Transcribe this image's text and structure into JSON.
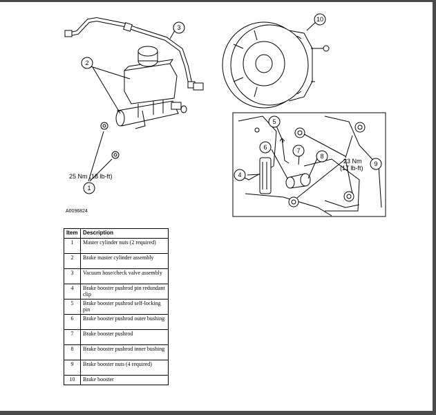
{
  "figure": {
    "id": "A0096824",
    "torque_master": "25 Nm (18 lb-ft)",
    "torque_booster_nm": "23 Nm",
    "torque_booster_lbft": "(17 lb-ft)",
    "callouts": [
      "1",
      "2",
      "3",
      "4",
      "5",
      "6",
      "7",
      "8",
      "9",
      "10"
    ]
  },
  "table": {
    "headers": {
      "item": "Item",
      "description": "Description"
    },
    "rows": [
      {
        "item": "1",
        "description": "Master cylinder nuts (2 required)"
      },
      {
        "item": "2",
        "description": "Brake master cylinder assembly"
      },
      {
        "item": "3",
        "description": "Vacuum hose/check valve assembly"
      },
      {
        "item": "4",
        "description": "Brake booster pushrod pin redundant clip"
      },
      {
        "item": "5",
        "description": "Brake booster pushrod self-locking pin"
      },
      {
        "item": "6",
        "description": "Brake booster pushrod outer bushing"
      },
      {
        "item": "7",
        "description": "Brake booster pushrod"
      },
      {
        "item": "8",
        "description": "Brake booster pushrod inner bushing"
      },
      {
        "item": "9",
        "description": "Brake booster nuts (4 required)"
      },
      {
        "item": "10",
        "description": "Brake booster"
      }
    ]
  }
}
